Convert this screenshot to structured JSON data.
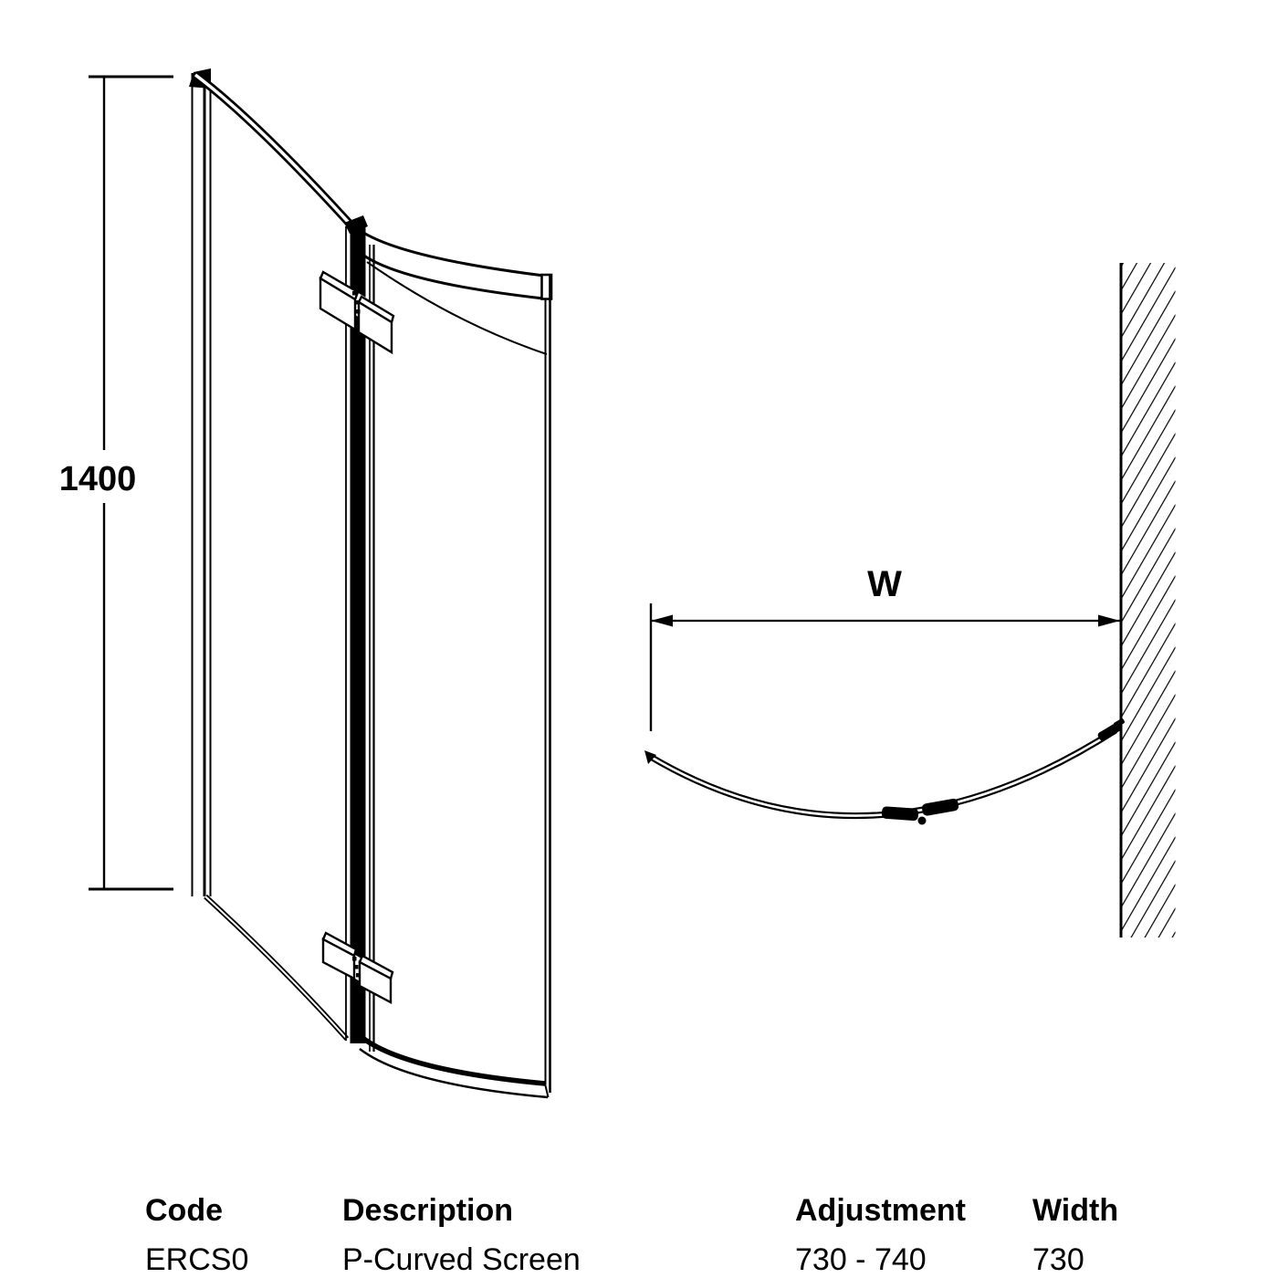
{
  "side_view": {
    "height_label": "1400"
  },
  "plan_view": {
    "width_label": "W"
  },
  "spec_table": {
    "columns": [
      {
        "header": "Code",
        "value": "ERCS0"
      },
      {
        "header": "Description",
        "value": "P-Curved Screen"
      },
      {
        "header": "Adjustment",
        "value": "730 - 740"
      },
      {
        "header": "Width",
        "value": "730"
      }
    ]
  },
  "colors": {
    "line": "#000000",
    "background": "#ffffff"
  }
}
